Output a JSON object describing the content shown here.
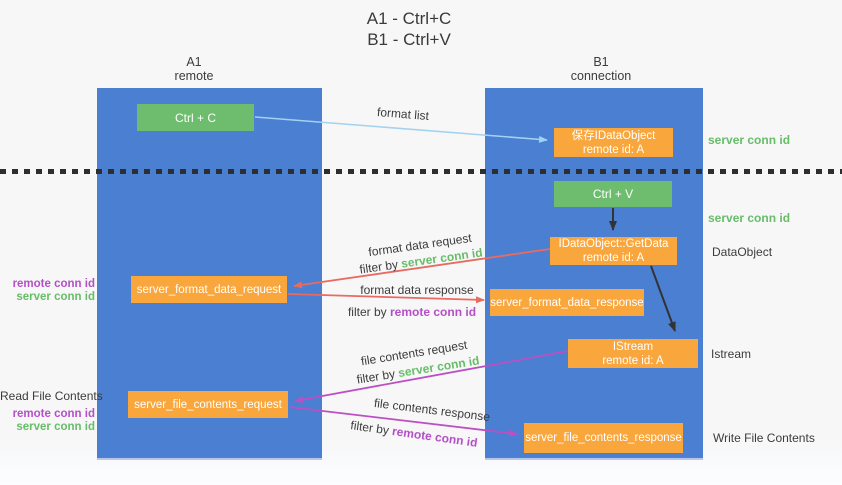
{
  "title": {
    "line1": "A1 - Ctrl+C",
    "line2": "B1 - Ctrl+V"
  },
  "columns": {
    "a1": {
      "name": "A1",
      "subtitle": "remote"
    },
    "b1": {
      "name": "B1",
      "subtitle": "connection"
    }
  },
  "boxes": {
    "ctrl_c": {
      "label": "Ctrl + C"
    },
    "save_dataobject": {
      "line1": "保存IDataObject",
      "line2": "remote id: A"
    },
    "ctrl_v": {
      "label": "Ctrl + V"
    },
    "getdata": {
      "line1": "IDataObject::GetData",
      "line2": "remote id: A"
    },
    "format_request": {
      "label": "server_format_data_request"
    },
    "format_response": {
      "label": "server_format_data_response"
    },
    "istream": {
      "line1": "IStream",
      "line2": "remote id: A"
    },
    "file_request": {
      "label": "server_file_contents_request"
    },
    "file_response": {
      "label": "server_file_contents_response"
    }
  },
  "arrow_labels": {
    "format_list": "format list",
    "format_data_request": "format data request",
    "format_data_response": "format data response",
    "file_contents_request": "file contents request",
    "file_contents_response": "file contents response",
    "filter_by": "filter by",
    "server_conn_id": "server conn id",
    "remote_conn_id": "remote conn id"
  },
  "side_labels": {
    "server_conn_id_top": "server conn id",
    "server_conn_id_mid": "server conn id",
    "dataobject": "DataObject",
    "istream": "Istream",
    "write_file_contents": "Write File Contents",
    "read_file_contents": "Read File Contents",
    "remote_conn_id": "remote conn id",
    "server_conn_id": "server conn id"
  },
  "colors": {
    "column_blue": "#4a7fd2",
    "box_green": "#6ebd6e",
    "box_orange": "#f9a63d",
    "arrow_lightblue": "#a3d2f0",
    "arrow_red": "#e96a60",
    "arrow_magenta": "#bc4fc4",
    "arrow_black": "#333333",
    "text_green": "#67bd68",
    "text_purple": "#b44fc8"
  }
}
